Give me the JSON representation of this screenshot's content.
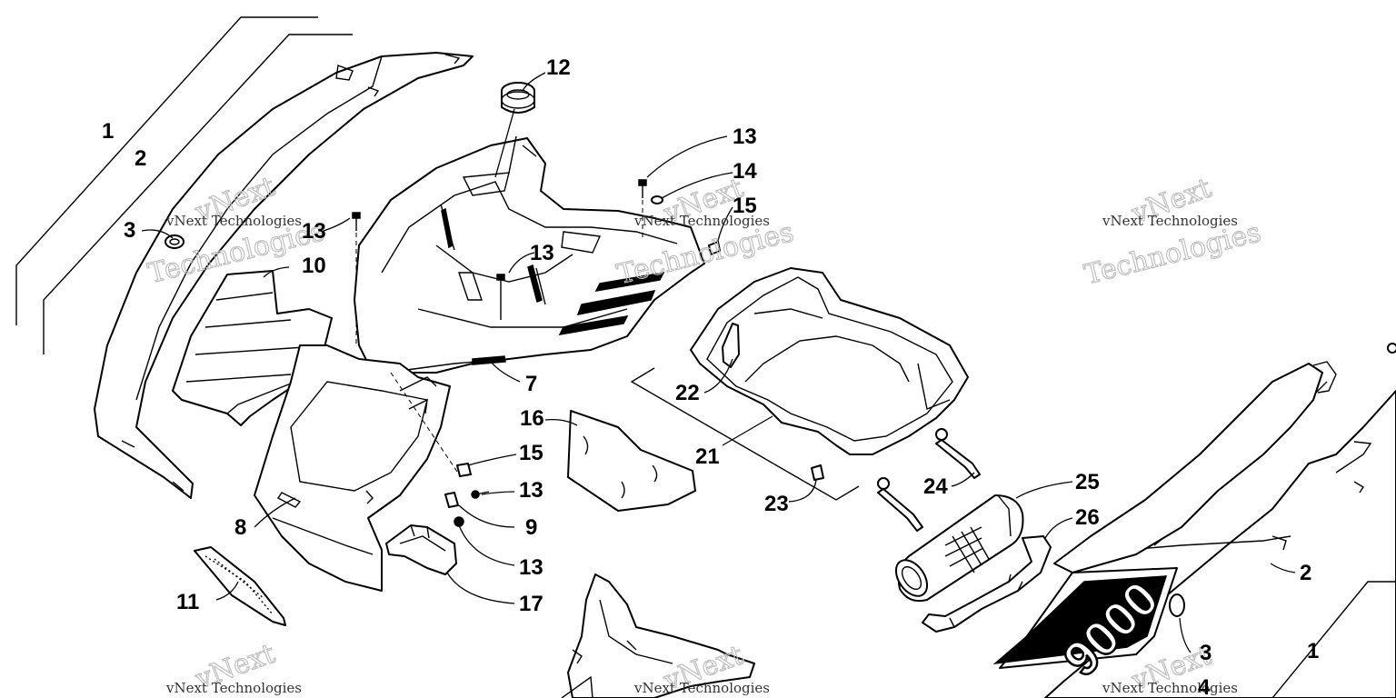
{
  "colors": {
    "line": "#000000",
    "background": "#ffffff",
    "watermark": "#bbbbbb"
  },
  "watermark": {
    "company": "vNext Technologies",
    "brand": "vNext",
    "word": "Technologies"
  },
  "decal": {
    "model_number": "9000"
  },
  "callouts": [
    {
      "id": "c1a",
      "label": "1"
    },
    {
      "id": "c2a",
      "label": "2"
    },
    {
      "id": "c3a",
      "label": "3"
    },
    {
      "id": "c13a",
      "label": "13"
    },
    {
      "id": "c10",
      "label": "10"
    },
    {
      "id": "c12",
      "label": "12"
    },
    {
      "id": "c13b",
      "label": "13"
    },
    {
      "id": "c13c",
      "label": "13"
    },
    {
      "id": "c14",
      "label": "14"
    },
    {
      "id": "c15a",
      "label": "15"
    },
    {
      "id": "c7",
      "label": "7"
    },
    {
      "id": "c16",
      "label": "16"
    },
    {
      "id": "c15b",
      "label": "15"
    },
    {
      "id": "c13d",
      "label": "13"
    },
    {
      "id": "c9",
      "label": "9"
    },
    {
      "id": "c8",
      "label": "8"
    },
    {
      "id": "c13e",
      "label": "13"
    },
    {
      "id": "c11",
      "label": "11"
    },
    {
      "id": "c17",
      "label": "17"
    },
    {
      "id": "c22",
      "label": "22"
    },
    {
      "id": "c21",
      "label": "21"
    },
    {
      "id": "c23",
      "label": "23"
    },
    {
      "id": "c24",
      "label": "24"
    },
    {
      "id": "c25",
      "label": "25"
    },
    {
      "id": "c26",
      "label": "26"
    },
    {
      "id": "c2b",
      "label": "2"
    },
    {
      "id": "c3b",
      "label": "3"
    },
    {
      "id": "c1b",
      "label": "1"
    },
    {
      "id": "c4",
      "label": "4"
    }
  ]
}
